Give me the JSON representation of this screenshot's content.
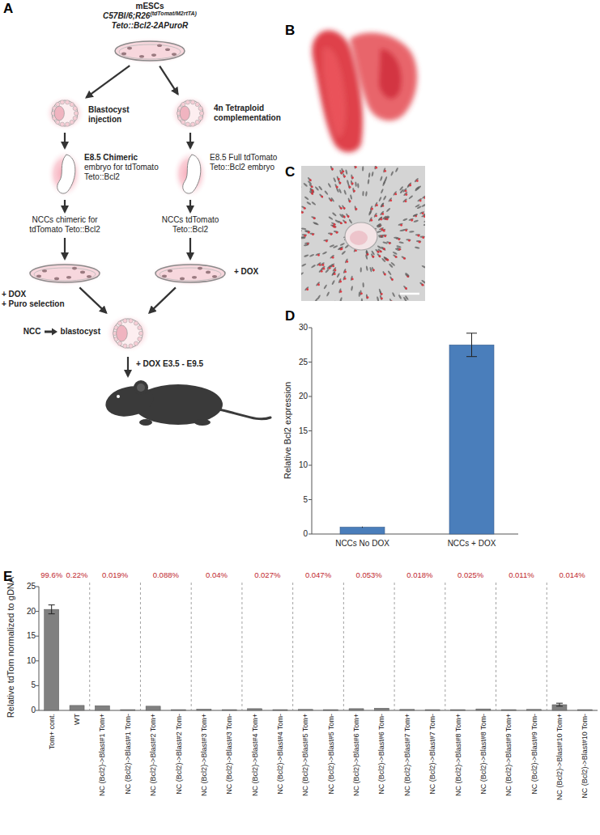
{
  "diagram": {
    "nodes": [
      {
        "text": [
          "mESCs",
          "C57Bl/6;R26",
          "(tdTomat/M2rtTA)",
          "Teto::Bcl2-2APuroR"
        ]
      },
      {
        "text": [
          "Blastocyst injection"
        ]
      },
      {
        "text": [
          "4n Tetraploid complementation"
        ]
      },
      {
        "text": [
          "E8.5 Chimeric",
          "embryo for tdTomato Teto::Bcl2"
        ]
      },
      {
        "text": [
          "E8.5 Full tdTomato Teto::Bcl2 embryo"
        ]
      },
      {
        "text": [
          "NCCs chimeric for tdTomato Teto::Bcl2"
        ]
      },
      {
        "text": [
          "NCCs tdTomato Teto::Bcl2"
        ]
      },
      {
        "text": [
          "+ DOX",
          "+ Puro selection"
        ]
      },
      {
        "text": [
          "+ DOX"
        ]
      },
      {
        "text": [
          "NCC",
          "blastocyst"
        ]
      }
    ],
    "edges": [
      {
        "from": 0,
        "to": 1,
        "arrow": "to"
      },
      {
        "from": 0,
        "to": 2,
        "arrow": "to"
      },
      {
        "from": 1,
        "to": 3,
        "arrow": "to"
      },
      {
        "from": 2,
        "to": 4,
        "arrow": "to"
      },
      {
        "from": 3,
        "to": 5,
        "arrow": "to"
      },
      {
        "from": 4,
        "to": 6,
        "arrow": "to"
      },
      {
        "from": 5,
        "to": 7,
        "arrow": "to"
      },
      {
        "from": 6,
        "to": 8,
        "arrow": "to"
      },
      {
        "from": 7,
        "to": 9,
        "arrow": "to"
      },
      {
        "from": 8,
        "to": 9,
        "arrow": "to"
      }
    ],
    "labels": [
      "A",
      "+ DOX E3.5 - E9.5",
      "B",
      "C",
      "D",
      "30",
      "25",
      "20",
      "15",
      "10",
      "5",
      "0",
      "Relative Bcl2 expression",
      "NCCs No DOX",
      "NCCs + DOX",
      "E",
      "25",
      "20",
      "15",
      "10",
      "5",
      "0",
      "Relative tdTom normalized to gDNA",
      "99.6%",
      "0.22%",
      "0.019%",
      "0.088%",
      "0.04%",
      "0.027%",
      "0.047%",
      "0.053%",
      "0.018%",
      "0.025%",
      "0.011%",
      "0.014%",
      "Tom+ cont.",
      "WT",
      "NC (Bcl2)->Blast#1 Tom+",
      "NC (Bcl2)->Blast#1 Tom-",
      "NC (Bcl2)->Blast#2 Tom+",
      "NC (Bcl2)->Blast#2 Tom-",
      "NC (Bcl2)->Blast#3 Tom+",
      "NC (Bcl2)->Blast#3 Tom-",
      "NC (Bcl2)->Blast#4 Tom+",
      "NC (Bcl2)->Blast#4 Tom-",
      "NC (Bcl2)->Blast#5 Tom+",
      "NC (Bcl2)->Blast#5 Tom-",
      "NC (Bcl2)->Blast#6 Tom+",
      "NC (Bcl2)->Blast#6 Tom-",
      "NC (Bcl2)->Blast#7 Tom+",
      "NC (Bcl2)->Blast#7 Tom-",
      "NC (Bcl2)->Blast#8 Tom+",
      "NC (Bcl2)->Blast#8 Tom-",
      "NC (Bcl2)->Blast#9 Tom+",
      "NC (Bcl2)->Blast#9 Tom-",
      "NC (Bcl2)->Blast#10 Tom+",
      "NC (Bcl2)->Blast#10 Tom-"
    ]
  }
}
